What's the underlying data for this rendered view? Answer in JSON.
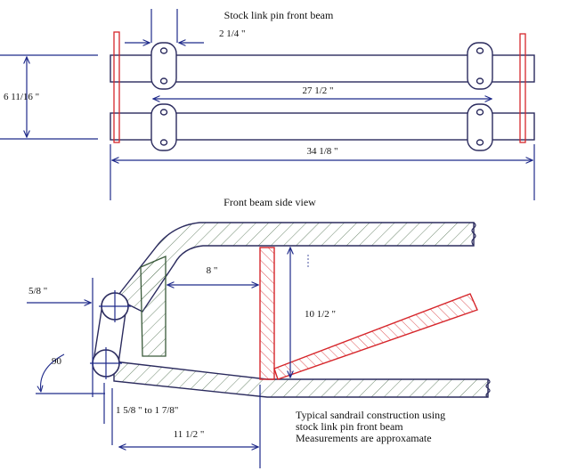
{
  "top_view": {
    "title": "Stock link pin front beam",
    "dim_pin_width": "2 1/4 \"",
    "dim_height": "6 11/16 \"",
    "dim_inner_span": "27 1/2 \"",
    "dim_outer_span": "34 1/8 \""
  },
  "side_view": {
    "title": "Front beam side view",
    "dim_inset": "8 \"",
    "dim_tube_gap": "5/8 \"",
    "dim_rise": "10 1/2 \"",
    "dim_angle": "90",
    "dim_offset": "1 5/8 \" to 1 7/8\"",
    "dim_length": "11 1/2 \""
  },
  "notes": {
    "line1": "Typical sandrail construction using",
    "line2": "stock link pin front beam",
    "line3": "Measurements are approxamate"
  },
  "colors": {
    "ink": "#2b2b5e",
    "dimension": "#1f2a8a",
    "accent": "#d6262b",
    "hatch": "#3a5a3a"
  }
}
